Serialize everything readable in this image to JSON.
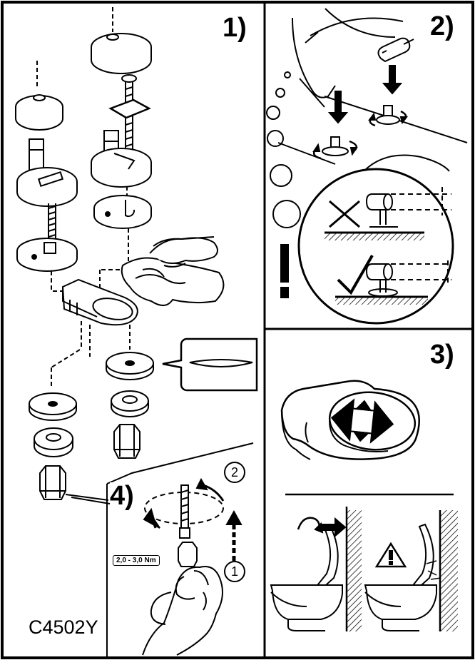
{
  "diagram": {
    "code": "C4502Y",
    "torque": "2,0 - 3,0 Nm",
    "steps": [
      {
        "number": "1)"
      },
      {
        "number": "2)"
      },
      {
        "number": "3)"
      },
      {
        "number": "4)"
      }
    ],
    "sub_steps": [
      "1",
      "2"
    ],
    "colors": {
      "ink": "#000000",
      "paper": "#ffffff"
    }
  }
}
